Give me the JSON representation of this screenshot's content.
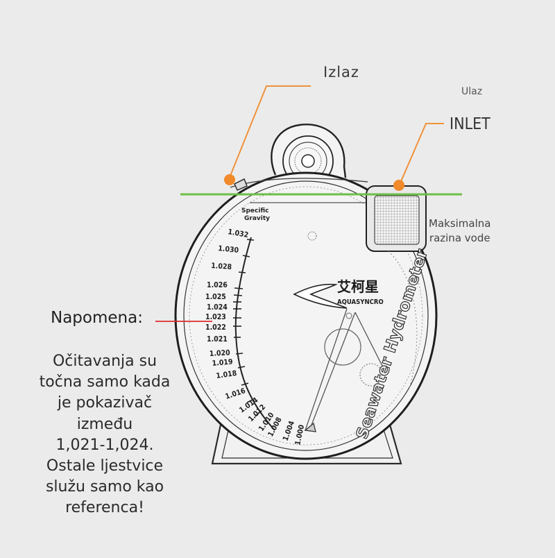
{
  "labels": {
    "outlet": "Izlaz",
    "inlet_local": "Ulaz",
    "inlet_en": "INLET",
    "max_level": "Maksimalna\nrazina vode",
    "note_title": "Napomena:",
    "note_text": "Očitavanja su\ntočna samo kada\nje pokazivač\nizmeđu\n1,021-1,024.\nOstale ljestvice\nslužu samo kao\nreferenca!"
  },
  "device": {
    "brand_cn": "艾柯星",
    "brand_en": "AQUASYNCRO",
    "model": "Seawater Hydrometer",
    "scale_title_1": "Specific",
    "scale_title_2": "Gravity",
    "scale_values": [
      "1.032",
      "1.030",
      "1.028",
      "1.026",
      "1.025",
      "1.024",
      "1.023",
      "1.022",
      "1.021",
      "1.020",
      "1.019",
      "1.018",
      "1.016",
      "1.014",
      "1.012",
      "1.010",
      "1.008",
      "1.004",
      "1.000"
    ]
  },
  "colors": {
    "leader_orange": "#f0923a",
    "water_level_green": "#6cbf45",
    "note_pointer_red": "#e02a2a"
  }
}
